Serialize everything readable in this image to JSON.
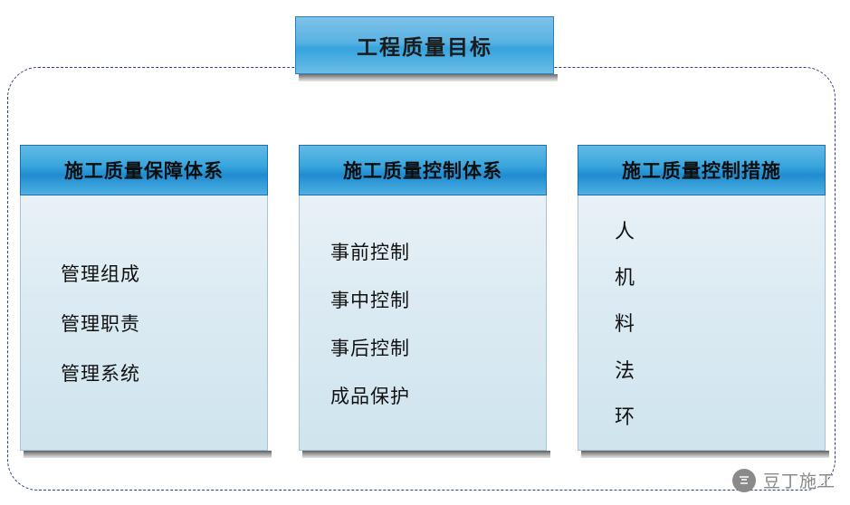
{
  "diagram": {
    "top": {
      "label": "工程质量目标"
    },
    "columns": [
      {
        "header": "施工质量保障体系",
        "items": [
          "管理组成",
          "管理职责",
          "管理系统"
        ]
      },
      {
        "header": "施工质量控制体系",
        "items": [
          "事前控制",
          "事中控制",
          "事后控制",
          "成品保护"
        ]
      },
      {
        "header": "施工质量控制措施",
        "items": [
          "人",
          "机",
          "料",
          "法",
          "环"
        ]
      }
    ]
  },
  "watermark": {
    "text": "豆丁施工",
    "mark": "豆"
  },
  "colors": {
    "header_blue": "#3ba7de",
    "body_blue": "#dcebf3",
    "frame_dash": "#2b3f8f",
    "watermark_gray": "#8a8a8a"
  }
}
